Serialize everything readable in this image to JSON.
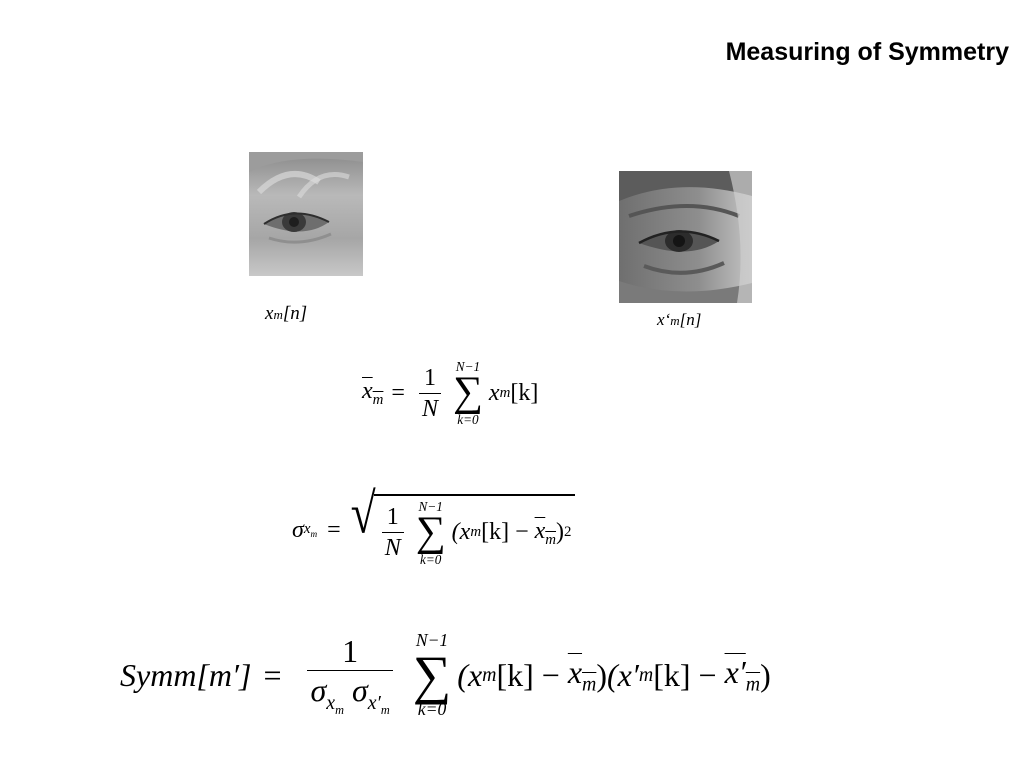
{
  "slide": {
    "title": "Measuring of Symmetry"
  },
  "images": {
    "left_caption_base": "x",
    "left_caption_sub": "m",
    "left_caption_arg": "[n]",
    "right_caption_base": "x‘",
    "right_caption_sub": "m",
    "right_caption_arg": "[n]"
  },
  "equations": {
    "mean": {
      "lhs": "x",
      "lhs_sub": "m",
      "equals": "=",
      "frac_num": "1",
      "frac_den": "N",
      "sum_upper": "N−1",
      "sum_lower": "k=0",
      "body": "x",
      "body_sub": "m",
      "body_arg": "[k]"
    },
    "std": {
      "lhs": "σ",
      "lhs_sub": "x",
      "lhs_subsub": "m",
      "equals": "=",
      "frac_num": "1",
      "frac_den": "N",
      "sum_upper": "N−1",
      "sum_lower": "k=0",
      "body_open": "(x",
      "body_sub": "m",
      "body_mid": "[k] −",
      "body_mean": "x",
      "body_mean_sub": "m",
      "body_close": ")",
      "body_exp": "2"
    },
    "symm": {
      "lhs": "Symm[m′]",
      "equals": "=",
      "frac_num": "1",
      "den_a": "σ",
      "den_a_sub": "x",
      "den_a_subsub": "m",
      "den_b": "σ",
      "den_b_sub": "x′",
      "den_b_subsub": "m",
      "sum_upper": "N−1",
      "sum_lower": "k=0",
      "t1_open": "(x",
      "t1_sub": "m",
      "t1_mid": "[k] −",
      "t1_mean": "x",
      "t1_mean_sub": "m",
      "t1_close": ")",
      "t2_open": "(x′",
      "t2_sub": "m",
      "t2_mid": "[k] −",
      "t2_mean": "x′",
      "t2_mean_sub": "m",
      "t2_close": ")"
    }
  }
}
